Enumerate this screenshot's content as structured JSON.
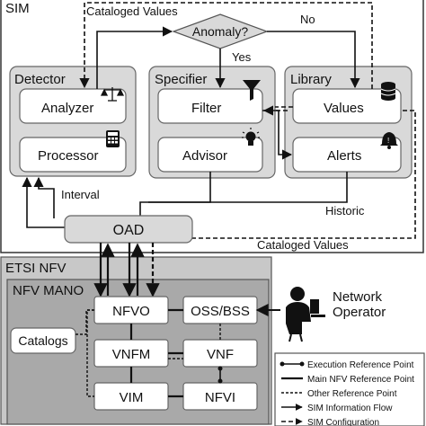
{
  "sim": {
    "title": "SIM",
    "cataloged_values_top": "Cataloged Values",
    "cataloged_values_bottom": "Cataloged Values",
    "anomaly": "Anomaly?",
    "no": "No",
    "yes": "Yes",
    "interval": "Interval",
    "historic": "Historic",
    "oad": "OAD",
    "detector": {
      "title": "Detector",
      "analyzer": "Analyzer",
      "processor": "Processor"
    },
    "specifier": {
      "title": "Specifier",
      "filter": "Filter",
      "advisor": "Advisor"
    },
    "library": {
      "title": "Library",
      "values": "Values",
      "alerts": "Alerts"
    }
  },
  "etsi": {
    "title": "ETSI NFV",
    "mano": "NFV MANO",
    "catalogs": "Catalogs",
    "nfvo": "NFVO",
    "vnfm": "VNFM",
    "vim": "VIM",
    "oss_bss": "OSS/BSS",
    "vnf": "VNF",
    "nfvi": "NFVI"
  },
  "operator": {
    "line1": "Network",
    "line2": "Operator"
  },
  "legend": [
    "Execution Reference Point",
    "Main NFV Reference Point",
    "Other Reference Point",
    "SIM Information Flow",
    "SIM Configuration"
  ]
}
